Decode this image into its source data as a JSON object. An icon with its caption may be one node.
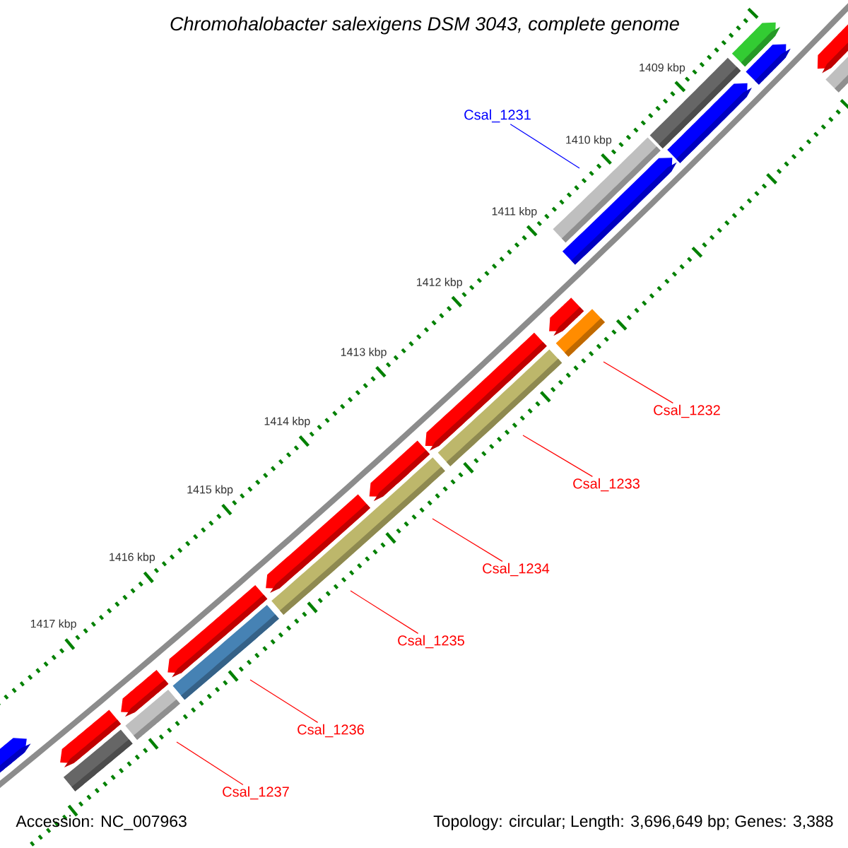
{
  "diagram": {
    "title": "Chromohalobacter salexigens DSM 3043, complete genome",
    "nodes": [
      {
        "text": [
          "Csal_1231"
        ]
      },
      {
        "text": [
          "Csal_1232"
        ]
      },
      {
        "text": [
          "Csal_1233"
        ]
      },
      {
        "text": [
          "Csal_1234"
        ]
      },
      {
        "text": [
          "Csal_1235"
        ]
      },
      {
        "text": [
          "Csal_1236"
        ]
      },
      {
        "text": [
          "Csal_1237"
        ]
      }
    ],
    "edges": [
      {
        "from": 0,
        "to": null,
        "arrow": "none",
        "color": "#0000ff"
      },
      {
        "from": 1,
        "to": null,
        "arrow": "none"
      },
      {
        "from": 2,
        "to": null,
        "arrow": "none"
      },
      {
        "from": 3,
        "to": null,
        "arrow": "none"
      },
      {
        "from": 4,
        "to": null,
        "arrow": "none"
      },
      {
        "from": 5,
        "to": null,
        "arrow": "none"
      },
      {
        "from": 6,
        "to": null,
        "arrow": "none"
      }
    ],
    "labels": [
      "1409 kbp",
      "1410 kbp",
      "1411 kbp",
      "1412 kbp",
      "1413 kbp",
      "1414 kbp",
      "1415 kbp",
      "1416 kbp",
      "1417 kbp",
      "Accession: NC_007963",
      "Topology: circular; Length: 3,696,649 bp; Genes: 3,388"
    ]
  }
}
